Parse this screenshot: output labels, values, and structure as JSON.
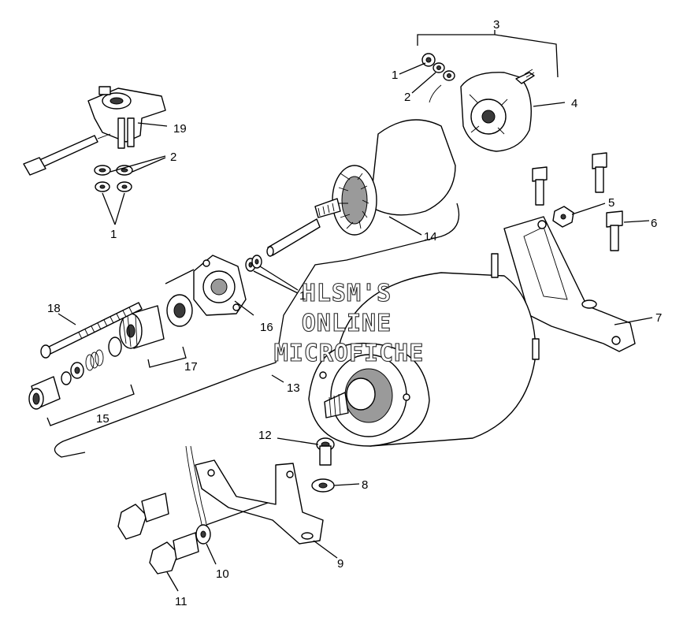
{
  "watermark": {
    "line1": "HLSM'S",
    "line2": "ONLINE",
    "line3": "MICROFICHE"
  },
  "callouts": [
    {
      "id": "c1-top",
      "label": "1"
    },
    {
      "id": "c2-top",
      "label": "2"
    },
    {
      "id": "c3",
      "label": "3"
    },
    {
      "id": "c4",
      "label": "4"
    },
    {
      "id": "c19",
      "label": "19"
    },
    {
      "id": "c2-left",
      "label": "2"
    },
    {
      "id": "c1-left",
      "label": "1"
    },
    {
      "id": "c14",
      "label": "14"
    },
    {
      "id": "c5",
      "label": "5"
    },
    {
      "id": "c6",
      "label": "6"
    },
    {
      "id": "c7",
      "label": "7"
    },
    {
      "id": "c1-mid",
      "label": "1"
    },
    {
      "id": "c18",
      "label": "18"
    },
    {
      "id": "c16",
      "label": "16"
    },
    {
      "id": "c17",
      "label": "17"
    },
    {
      "id": "c13",
      "label": "13"
    },
    {
      "id": "c15",
      "label": "15"
    },
    {
      "id": "c12",
      "label": "12"
    },
    {
      "id": "c8",
      "label": "8"
    },
    {
      "id": "c9",
      "label": "9"
    },
    {
      "id": "c10",
      "label": "10"
    },
    {
      "id": "c11",
      "label": "11"
    }
  ]
}
